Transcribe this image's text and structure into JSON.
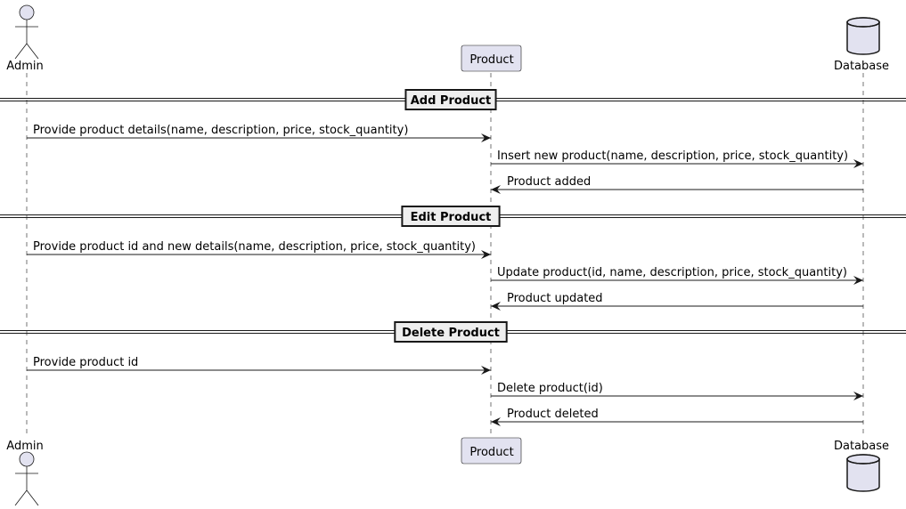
{
  "participants": [
    {
      "name": "Admin",
      "kind": "actor"
    },
    {
      "name": "Product",
      "kind": "participant"
    },
    {
      "name": "Database",
      "kind": "database"
    }
  ],
  "colors": {
    "fill": "#E2E2F0",
    "stroke": "#181818",
    "lifeline": "#181818",
    "separator_fill": "#EEEEEE"
  },
  "sections": [
    {
      "title": "Add Product",
      "messages": [
        {
          "from": "Admin",
          "to": "Product",
          "text": "Provide product details(name, description, price, stock_quantity)"
        },
        {
          "from": "Product",
          "to": "Database",
          "text": "Insert new product(name, description, price, stock_quantity)"
        },
        {
          "from": "Database",
          "to": "Product",
          "text": "Product added"
        }
      ]
    },
    {
      "title": "Edit Product",
      "messages": [
        {
          "from": "Admin",
          "to": "Product",
          "text": "Provide product id and new details(name, description, price, stock_quantity)"
        },
        {
          "from": "Product",
          "to": "Database",
          "text": "Update product(id, name, description, price, stock_quantity)"
        },
        {
          "from": "Database",
          "to": "Product",
          "text": "Product updated"
        }
      ]
    },
    {
      "title": "Delete Product",
      "messages": [
        {
          "from": "Admin",
          "to": "Product",
          "text": "Provide product id"
        },
        {
          "from": "Product",
          "to": "Database",
          "text": "Delete product(id)"
        },
        {
          "from": "Database",
          "to": "Product",
          "text": "Product deleted"
        }
      ]
    }
  ]
}
